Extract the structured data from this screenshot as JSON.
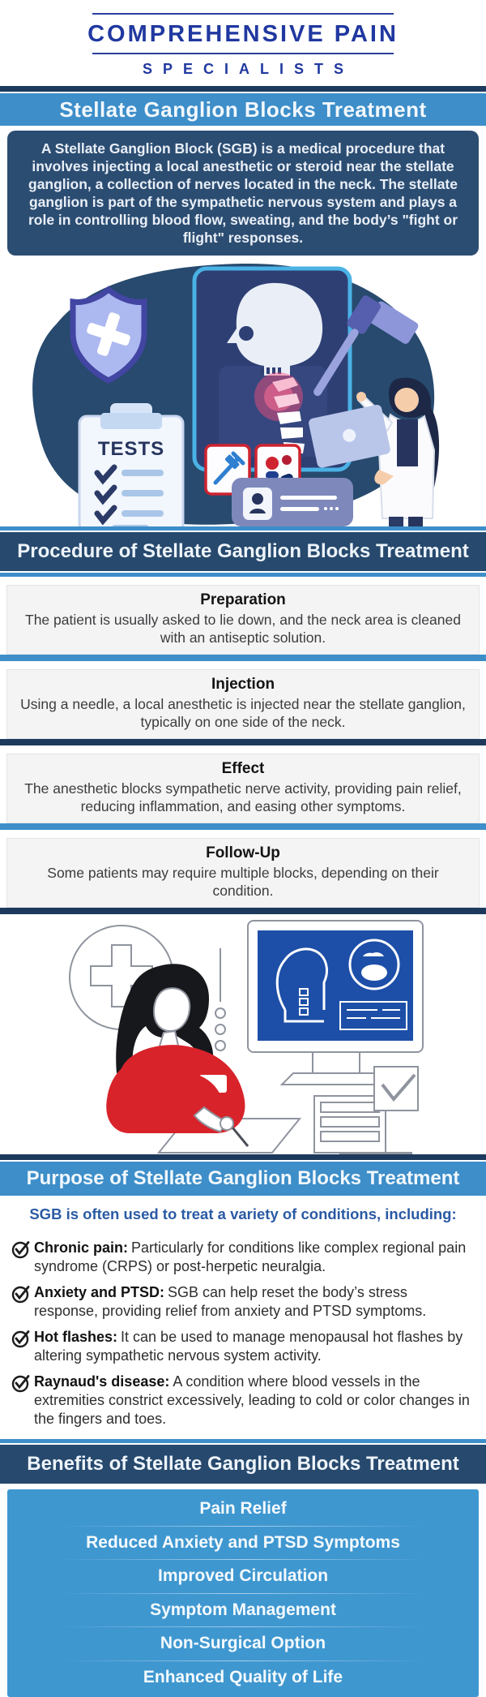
{
  "brand": {
    "line1": "COMPREHENSIVE PAIN",
    "line2": "SPECIALISTS"
  },
  "colors": {
    "brand_blue": "#2038a0",
    "navy": "#27496d",
    "navy_dark_strip": "#1d3a5c",
    "light_blue": "#3d8ec9",
    "benefits_blue": "#3f97d0",
    "card_gray": "#f4f4f5",
    "accent_red": "#d8232a",
    "glow_pink": "#ff4d79"
  },
  "title_bar": "Stellate Ganglion Blocks Treatment",
  "intro": "A Stellate Ganglion Block (SGB) is a medical procedure that involves injecting a local anesthetic or steroid near the stellate ganglion, a collection of nerves located in the neck. The stellate ganglion is part of the sympathetic nervous system and plays a role in controlling blood flow, sweating, and the body’s \"fight or flight\" responses.",
  "illustration1": {
    "clipboard_label": "TESTS"
  },
  "procedure": {
    "header": "Procedure of Stellate Ganglion Blocks Treatment",
    "steps": [
      {
        "title": "Preparation",
        "text": "The patient is usually asked to lie down, and the neck area is cleaned with an antiseptic solution."
      },
      {
        "title": "Injection",
        "text": "Using a needle, a local anesthetic is injected near the stellate ganglion, typically on one side of the neck."
      },
      {
        "title": "Effect",
        "text": "The anesthetic blocks sympathetic nerve activity, providing pain relief, reducing inflammation, and easing other symptoms."
      },
      {
        "title": "Follow-Up",
        "text": "Some patients may require multiple blocks, depending on their condition."
      }
    ]
  },
  "purpose": {
    "header": "Purpose of Stellate Ganglion Blocks Treatment",
    "lead": "SGB is often used to treat a variety of conditions, including:",
    "items": [
      {
        "label": "Chronic pain:",
        "text": "Particularly for conditions like complex regional pain syndrome (CRPS) or post-herpetic neuralgia."
      },
      {
        "label": "Anxiety and PTSD:",
        "text": "SGB can help reset the body’s stress response, providing relief from anxiety and PTSD symptoms."
      },
      {
        "label": "Hot flashes:",
        "text": "It can be used to manage menopausal hot flashes by altering sympathetic nervous system activity."
      },
      {
        "label": "Raynaud's disease:",
        "text": "A condition where blood vessels in the extremities constrict excessively, leading to cold or color changes in the fingers and toes."
      }
    ]
  },
  "benefits": {
    "header": "Benefits of Stellate Ganglion Blocks Treatment",
    "items": [
      "Pain Relief",
      "Reduced Anxiety and PTSD Symptoms",
      "Improved Circulation",
      "Symptom Management",
      "Non-Surgical Option",
      "Enhanced Quality of Life"
    ]
  }
}
